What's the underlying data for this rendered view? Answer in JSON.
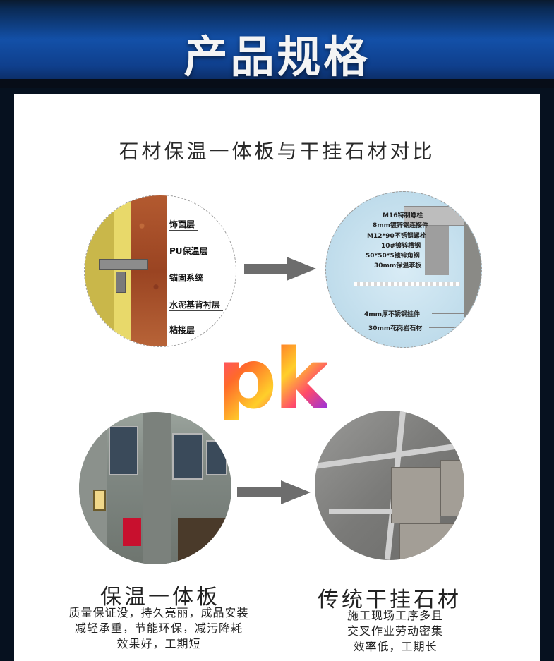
{
  "header": {
    "title": "产品规格"
  },
  "panel": {
    "title": "石材保温一体板与干挂石材对比"
  },
  "diagram_left": {
    "labels": [
      "饰面层",
      "PU保温层",
      "锚固系统",
      "水泥基背衬层",
      "粘接层"
    ]
  },
  "diagram_right": {
    "labels": [
      "M16特制螺栓",
      "8mm镀锌钢连接件",
      "M12*90不锈钢螺栓",
      "10#镀锌槽钢",
      "50*50*5镀锌角钢",
      "30mm保温苯板",
      "4mm厚不锈钢挂件",
      "30mm花岗岩石材"
    ]
  },
  "pk": {
    "text": "pk"
  },
  "left_caption": {
    "title": "保温一体板",
    "lines": [
      "质量保证没，持久亮丽，成品安装",
      "减轻承重，节能环保，减污降耗",
      "效果好，工期短"
    ]
  },
  "right_caption": {
    "title": "传统干挂石材",
    "lines": [
      "施工现场工序多且",
      "交叉作业劳动密集",
      "效率低，工期长"
    ]
  },
  "colors": {
    "header_blue": "#1350a8",
    "arrow_gray": "#6d6d6d"
  }
}
